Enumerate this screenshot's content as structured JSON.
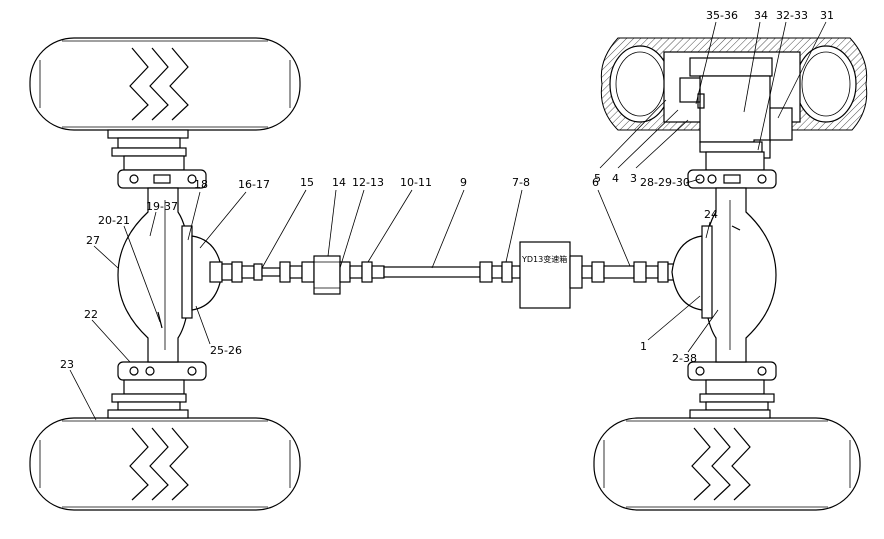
{
  "gearbox_label": "YD13变速箱",
  "labels": {
    "l35_36": "35-36",
    "l34": "34",
    "l32_33": "32-33",
    "l31": "31",
    "l5": "5",
    "l4": "4",
    "l3": "3",
    "l28_29_30": "28-29-30",
    "l24": "24",
    "l18": "18",
    "l16_17": "16-17",
    "l15": "15",
    "l14": "14",
    "l12_13": "12-13",
    "l10_11": "10-11",
    "l9": "9",
    "l7_8": "7-8",
    "l6": "6",
    "l19_37": "19-37",
    "l20_21": "20-21",
    "l27": "27",
    "l22": "22",
    "l23": "23",
    "l25_26": "25-26",
    "l1": "1",
    "l2_38": "2-38"
  }
}
